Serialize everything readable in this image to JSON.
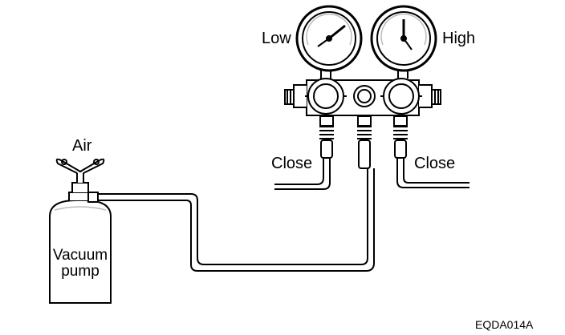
{
  "labels": {
    "low": "Low",
    "high": "High",
    "air": "Air",
    "close_left": "Close",
    "close_right": "Close",
    "pump_line1": "Vacuum",
    "pump_line2": "pump",
    "figure_code": "EQDA014A"
  },
  "colors": {
    "ink": "#000000",
    "paper": "#ffffff",
    "shade": "#bbbbbb"
  }
}
